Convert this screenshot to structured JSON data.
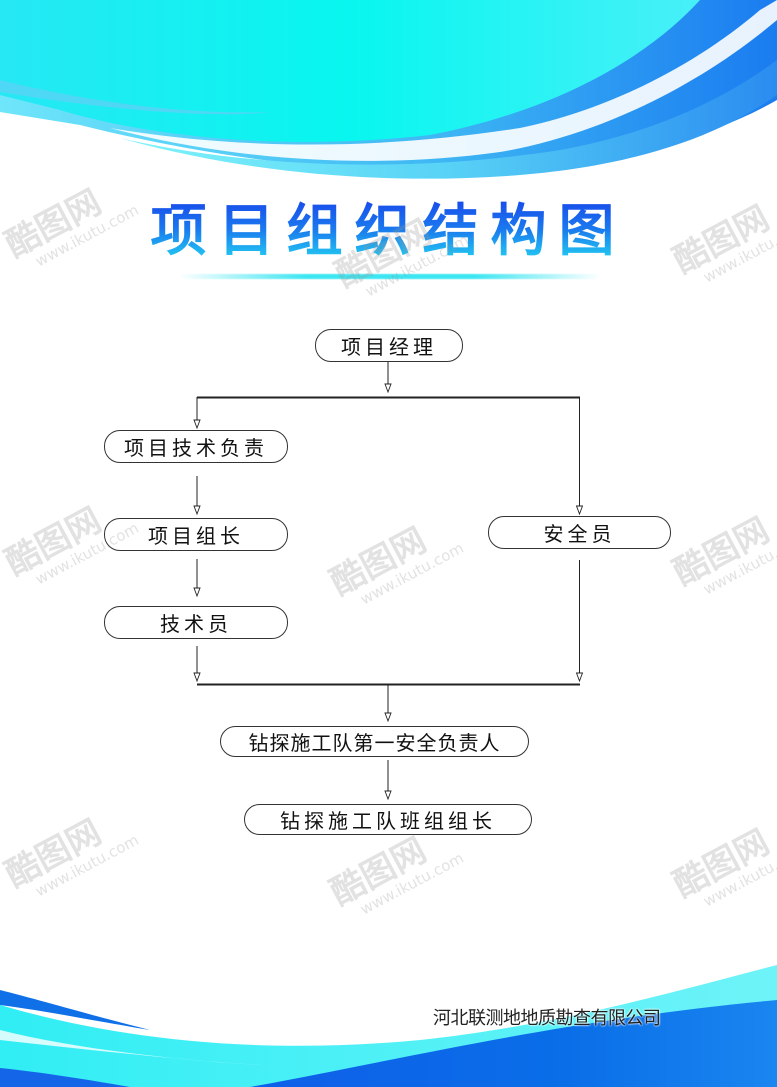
{
  "title": "项目组织结构图",
  "colors": {
    "title_top": "#1845ea",
    "title_bottom": "#25e4f2",
    "wave_cyan": "#0ff5ee",
    "wave_blue": "#1e7ff0",
    "node_border": "#333333",
    "connector": "#222222"
  },
  "org_chart": {
    "nodes": [
      {
        "id": "pm",
        "label": "项目经理"
      },
      {
        "id": "tech_lead",
        "label": "项目技术负责"
      },
      {
        "id": "team_lead",
        "label": "项目组长"
      },
      {
        "id": "technician",
        "label": "技术员"
      },
      {
        "id": "safety_officer",
        "label": "安全员"
      },
      {
        "id": "drill_safety",
        "label": "钻探施工队第一安全负责人"
      },
      {
        "id": "drill_team_lead",
        "label": "钻探施工队班组组长"
      }
    ],
    "edges": [
      [
        "pm",
        "tech_lead"
      ],
      [
        "pm",
        "safety_officer"
      ],
      [
        "tech_lead",
        "team_lead"
      ],
      [
        "team_lead",
        "technician"
      ],
      [
        "technician",
        "drill_safety"
      ],
      [
        "safety_officer",
        "drill_safety"
      ],
      [
        "drill_safety",
        "drill_team_lead"
      ]
    ]
  },
  "footer": {
    "company": "河北联测地地质勘查有限公司"
  },
  "watermark": {
    "brand": "酷图网",
    "url": "www.ikutu.com"
  }
}
